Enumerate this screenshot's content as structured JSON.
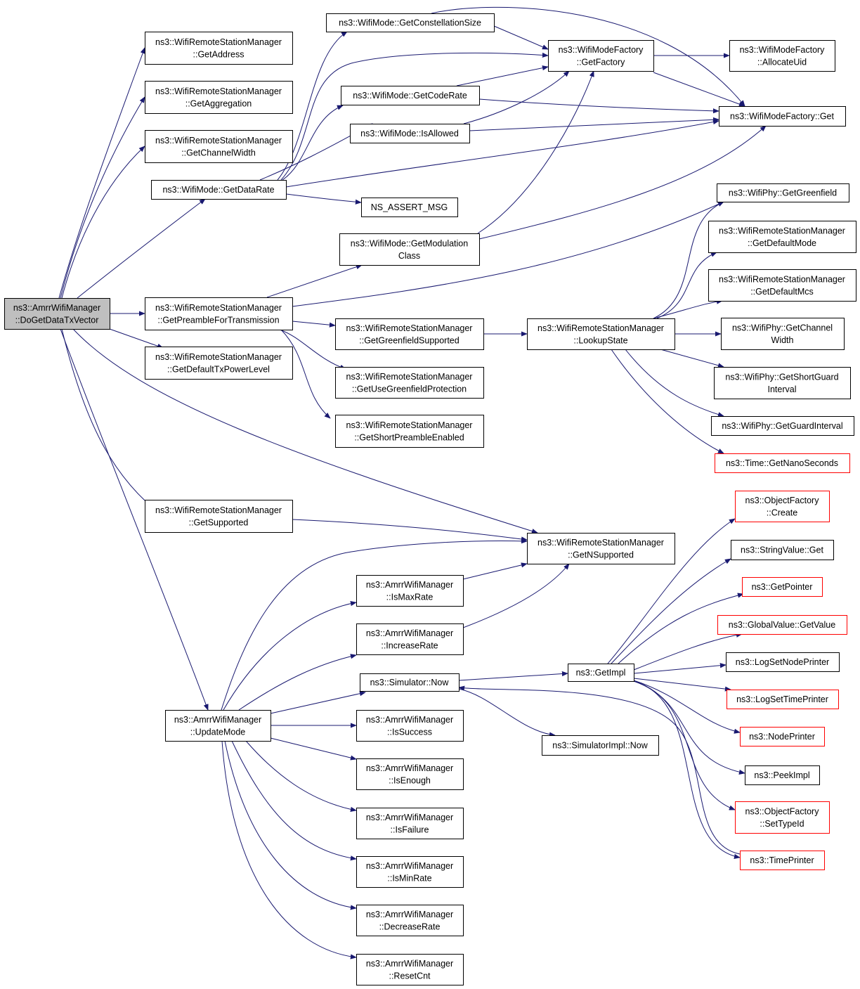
{
  "diagram": {
    "nodes": [
      {
        "id": "root",
        "lines": [
          "ns3::AmrrWifiManager",
          "::DoGetDataTxVector"
        ],
        "root": true
      },
      {
        "id": "get_address",
        "lines": [
          "ns3::WifiRemoteStationManager",
          "::GetAddress"
        ]
      },
      {
        "id": "get_aggregation",
        "lines": [
          "ns3::WifiRemoteStationManager",
          "::GetAggregation"
        ]
      },
      {
        "id": "get_channel_width_rsm",
        "lines": [
          "ns3::WifiRemoteStationManager",
          "::GetChannelWidth"
        ]
      },
      {
        "id": "get_data_rate",
        "lines": [
          "ns3::WifiMode::GetDataRate"
        ]
      },
      {
        "id": "get_preamble",
        "lines": [
          "ns3::WifiRemoteStationManager",
          "::GetPreambleForTransmission"
        ]
      },
      {
        "id": "get_default_txpower",
        "lines": [
          "ns3::WifiRemoteStationManager",
          "::GetDefaultTxPowerLevel"
        ]
      },
      {
        "id": "get_supported",
        "lines": [
          "ns3::WifiRemoteStationManager",
          "::GetSupported"
        ]
      },
      {
        "id": "update_mode",
        "lines": [
          "ns3::AmrrWifiManager",
          "::UpdateMode"
        ]
      },
      {
        "id": "get_constellation",
        "lines": [
          "ns3::WifiMode::GetConstellationSize"
        ]
      },
      {
        "id": "get_code_rate",
        "lines": [
          "ns3::WifiMode::GetCodeRate"
        ]
      },
      {
        "id": "is_allowed",
        "lines": [
          "ns3::WifiMode::IsAllowed"
        ]
      },
      {
        "id": "ns_assert",
        "lines": [
          "NS_ASSERT_MSG"
        ]
      },
      {
        "id": "get_modulation",
        "lines": [
          "ns3::WifiMode::GetModulation",
          "Class"
        ]
      },
      {
        "id": "get_greenfield_supported",
        "lines": [
          "ns3::WifiRemoteStationManager",
          "::GetGreenfieldSupported"
        ]
      },
      {
        "id": "get_use_greenfield",
        "lines": [
          "ns3::WifiRemoteStationManager",
          "::GetUseGreenfieldProtection"
        ]
      },
      {
        "id": "get_short_preamble",
        "lines": [
          "ns3::WifiRemoteStationManager",
          "::GetShortPreambleEnabled"
        ]
      },
      {
        "id": "get_nsupported",
        "lines": [
          "ns3::WifiRemoteStationManager",
          "::GetNSupported"
        ]
      },
      {
        "id": "is_max_rate",
        "lines": [
          "ns3::AmrrWifiManager",
          "::IsMaxRate"
        ]
      },
      {
        "id": "increase_rate",
        "lines": [
          "ns3::AmrrWifiManager",
          "::IncreaseRate"
        ]
      },
      {
        "id": "sim_now",
        "lines": [
          "ns3::Simulator::Now"
        ]
      },
      {
        "id": "is_success",
        "lines": [
          "ns3::AmrrWifiManager",
          "::IsSuccess"
        ]
      },
      {
        "id": "is_enough",
        "lines": [
          "ns3::AmrrWifiManager",
          "::IsEnough"
        ]
      },
      {
        "id": "is_failure",
        "lines": [
          "ns3::AmrrWifiManager",
          "::IsFailure"
        ]
      },
      {
        "id": "is_min_rate",
        "lines": [
          "ns3::AmrrWifiManager",
          "::IsMinRate"
        ]
      },
      {
        "id": "decrease_rate",
        "lines": [
          "ns3::AmrrWifiManager",
          "::DecreaseRate"
        ]
      },
      {
        "id": "reset_cnt",
        "lines": [
          "ns3::AmrrWifiManager",
          "::ResetCnt"
        ]
      },
      {
        "id": "factory_getfactory",
        "lines": [
          "ns3::WifiModeFactory",
          "::GetFactory"
        ]
      },
      {
        "id": "lookup_state",
        "lines": [
          "ns3::WifiRemoteStationManager",
          "::LookupState"
        ]
      },
      {
        "id": "get_impl",
        "lines": [
          "ns3::GetImpl"
        ]
      },
      {
        "id": "simimpl_now",
        "lines": [
          "ns3::SimulatorImpl::Now"
        ]
      },
      {
        "id": "alloc_uid",
        "lines": [
          "ns3::WifiModeFactory",
          "::AllocateUid"
        ]
      },
      {
        "id": "factory_get",
        "lines": [
          "ns3::WifiModeFactory::Get"
        ]
      },
      {
        "id": "phy_greenfield",
        "lines": [
          "ns3::WifiPhy::GetGreenfield"
        ]
      },
      {
        "id": "default_mode",
        "lines": [
          "ns3::WifiRemoteStationManager",
          "::GetDefaultMode"
        ]
      },
      {
        "id": "default_mcs",
        "lines": [
          "ns3::WifiRemoteStationManager",
          "::GetDefaultMcs"
        ]
      },
      {
        "id": "phy_channel_width",
        "lines": [
          "ns3::WifiPhy::GetChannel",
          "Width"
        ]
      },
      {
        "id": "phy_short_guard",
        "lines": [
          "ns3::WifiPhy::GetShortGuard",
          "Interval"
        ]
      },
      {
        "id": "phy_guard",
        "lines": [
          "ns3::WifiPhy::GetGuardInterval"
        ]
      },
      {
        "id": "time_nanos",
        "lines": [
          "ns3::Time::GetNanoSeconds"
        ],
        "red": true
      },
      {
        "id": "objfactory_create",
        "lines": [
          "ns3::ObjectFactory",
          "::Create"
        ],
        "red": true
      },
      {
        "id": "stringvalue_get",
        "lines": [
          "ns3::StringValue::Get"
        ]
      },
      {
        "id": "get_pointer",
        "lines": [
          "ns3::GetPointer"
        ],
        "red": true
      },
      {
        "id": "globalvalue_get",
        "lines": [
          "ns3::GlobalValue::GetValue"
        ],
        "red": true
      },
      {
        "id": "log_node_printer",
        "lines": [
          "ns3::LogSetNodePrinter"
        ]
      },
      {
        "id": "log_time_printer",
        "lines": [
          "ns3::LogSetTimePrinter"
        ],
        "red": true
      },
      {
        "id": "node_printer",
        "lines": [
          "ns3::NodePrinter"
        ],
        "red": true
      },
      {
        "id": "peek_impl",
        "lines": [
          "ns3::PeekImpl"
        ]
      },
      {
        "id": "objfactory_settypeid",
        "lines": [
          "ns3::ObjectFactory",
          "::SetTypeId"
        ],
        "red": true
      },
      {
        "id": "time_printer",
        "lines": [
          "ns3::TimePrinter"
        ],
        "red": true
      }
    ],
    "edges": [
      [
        "root",
        "get_address"
      ],
      [
        "root",
        "get_aggregation"
      ],
      [
        "root",
        "get_channel_width_rsm"
      ],
      [
        "root",
        "get_data_rate"
      ],
      [
        "root",
        "get_preamble"
      ],
      [
        "root",
        "get_default_txpower"
      ],
      [
        "root",
        "get_supported"
      ],
      [
        "root",
        "get_nsupported"
      ],
      [
        "root",
        "update_mode"
      ],
      [
        "get_data_rate",
        "get_constellation"
      ],
      [
        "get_data_rate",
        "factory_getfactory"
      ],
      [
        "get_data_rate",
        "get_code_rate"
      ],
      [
        "get_data_rate",
        "is_allowed"
      ],
      [
        "get_data_rate",
        "factory_get"
      ],
      [
        "get_data_rate",
        "ns_assert"
      ],
      [
        "get_constellation",
        "factory_getfactory"
      ],
      [
        "get_constellation",
        "factory_get"
      ],
      [
        "get_code_rate",
        "factory_getfactory"
      ],
      [
        "get_code_rate",
        "factory_get"
      ],
      [
        "is_allowed",
        "factory_getfactory"
      ],
      [
        "is_allowed",
        "factory_get"
      ],
      [
        "get_modulation",
        "factory_getfactory"
      ],
      [
        "get_modulation",
        "factory_get"
      ],
      [
        "factory_getfactory",
        "alloc_uid"
      ],
      [
        "factory_getfactory",
        "factory_get"
      ],
      [
        "get_preamble",
        "get_modulation"
      ],
      [
        "get_preamble",
        "phy_greenfield"
      ],
      [
        "get_preamble",
        "get_greenfield_supported"
      ],
      [
        "get_preamble",
        "get_use_greenfield"
      ],
      [
        "get_preamble",
        "get_short_preamble"
      ],
      [
        "get_greenfield_supported",
        "lookup_state"
      ],
      [
        "lookup_state",
        "phy_greenfield"
      ],
      [
        "lookup_state",
        "default_mode"
      ],
      [
        "lookup_state",
        "default_mcs"
      ],
      [
        "lookup_state",
        "phy_channel_width"
      ],
      [
        "lookup_state",
        "phy_short_guard"
      ],
      [
        "lookup_state",
        "phy_guard"
      ],
      [
        "lookup_state",
        "time_nanos"
      ],
      [
        "get_supported",
        "get_nsupported"
      ],
      [
        "update_mode",
        "get_nsupported"
      ],
      [
        "update_mode",
        "is_max_rate"
      ],
      [
        "update_mode",
        "increase_rate"
      ],
      [
        "update_mode",
        "sim_now"
      ],
      [
        "update_mode",
        "is_success"
      ],
      [
        "update_mode",
        "is_enough"
      ],
      [
        "update_mode",
        "is_failure"
      ],
      [
        "update_mode",
        "is_min_rate"
      ],
      [
        "update_mode",
        "decrease_rate"
      ],
      [
        "update_mode",
        "reset_cnt"
      ],
      [
        "is_max_rate",
        "get_nsupported"
      ],
      [
        "increase_rate",
        "get_nsupported"
      ],
      [
        "sim_now",
        "get_impl"
      ],
      [
        "sim_now",
        "simimpl_now"
      ],
      [
        "get_impl",
        "objfactory_create"
      ],
      [
        "get_impl",
        "stringvalue_get"
      ],
      [
        "get_impl",
        "get_pointer"
      ],
      [
        "get_impl",
        "globalvalue_get"
      ],
      [
        "get_impl",
        "log_node_printer"
      ],
      [
        "get_impl",
        "log_time_printer"
      ],
      [
        "get_impl",
        "node_printer"
      ],
      [
        "get_impl",
        "peek_impl"
      ],
      [
        "get_impl",
        "objfactory_settypeid"
      ],
      [
        "get_impl",
        "time_printer"
      ],
      [
        "time_printer",
        "sim_now"
      ]
    ]
  }
}
